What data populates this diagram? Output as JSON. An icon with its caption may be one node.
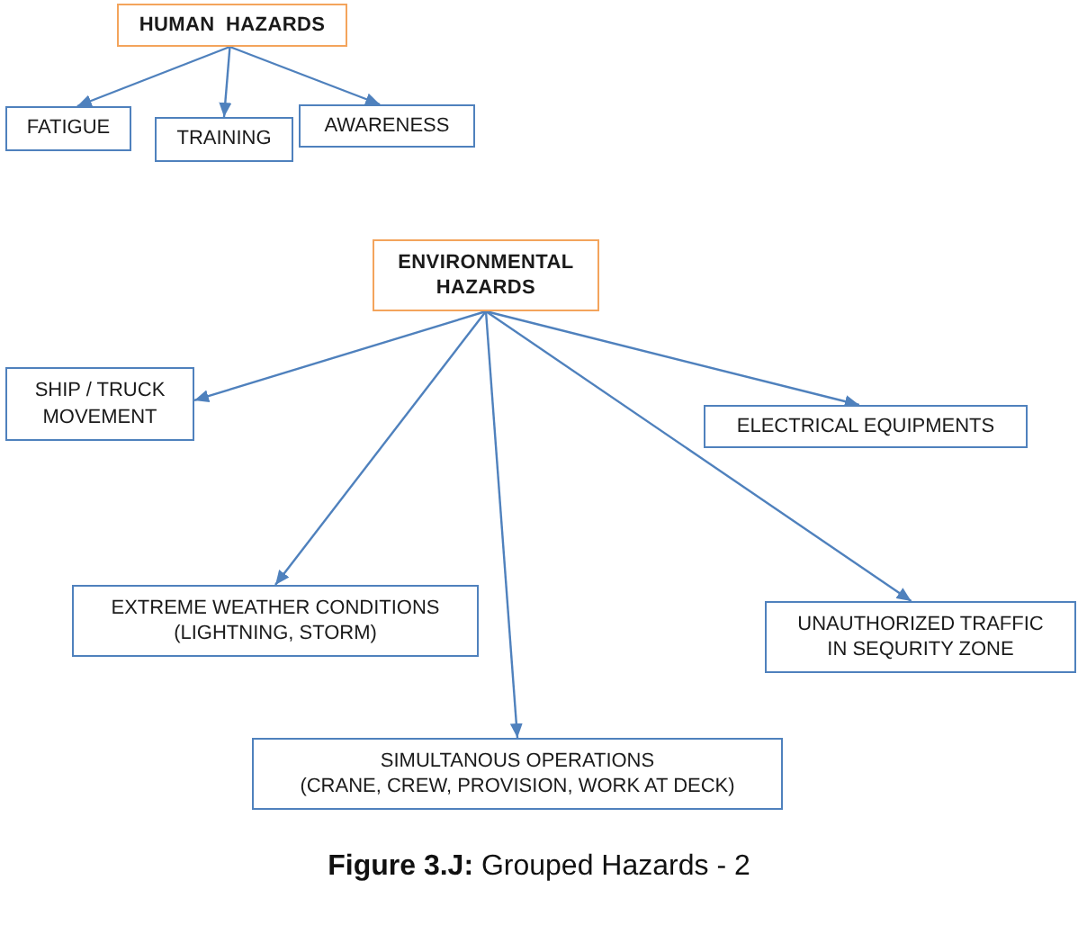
{
  "diagram": {
    "caption": "**Figure 3.J:** Grouped Hazards - 2",
    "nodes": [
      {
        "text": [
          "HUMAN HAZARDS"
        ]
      },
      {
        "text": [
          "FATIGUE"
        ]
      },
      {
        "text": [
          "TRAINING"
        ]
      },
      {
        "text": [
          "AWARENESS"
        ]
      },
      {
        "text": [
          "ENVIRONMENTAL HAZARDS"
        ]
      },
      {
        "text": [
          "SHIP / TRUCK MOVEMENT"
        ]
      },
      {
        "text": [
          "ELECTRICAL EQUIPMENTS"
        ]
      },
      {
        "text": [
          "EXTREME WEATHER CONDITIONS",
          "(LIGHTNING, STORM)"
        ]
      },
      {
        "text": [
          "UNAUTHORIZED TRAFFIC IN SEQURITY ZONE"
        ]
      },
      {
        "text": [
          "SIMULTANOUS OPERATIONS",
          "(CRANE, CREW, PROVISION, WORK AT DECK)"
        ]
      }
    ],
    "edges": [
      {
        "from": 0,
        "to": 1,
        "arrow": "to"
      },
      {
        "from": 0,
        "to": 2,
        "arrow": "to"
      },
      {
        "from": 0,
        "to": 3,
        "arrow": "to"
      },
      {
        "from": 4,
        "to": 5,
        "arrow": "to"
      },
      {
        "from": 4,
        "to": 6,
        "arrow": "to"
      },
      {
        "from": 4,
        "to": 7,
        "arrow": "to"
      },
      {
        "from": 4,
        "to": 8,
        "arrow": "to"
      },
      {
        "from": 4,
        "to": 9,
        "arrow": "to"
      }
    ]
  }
}
